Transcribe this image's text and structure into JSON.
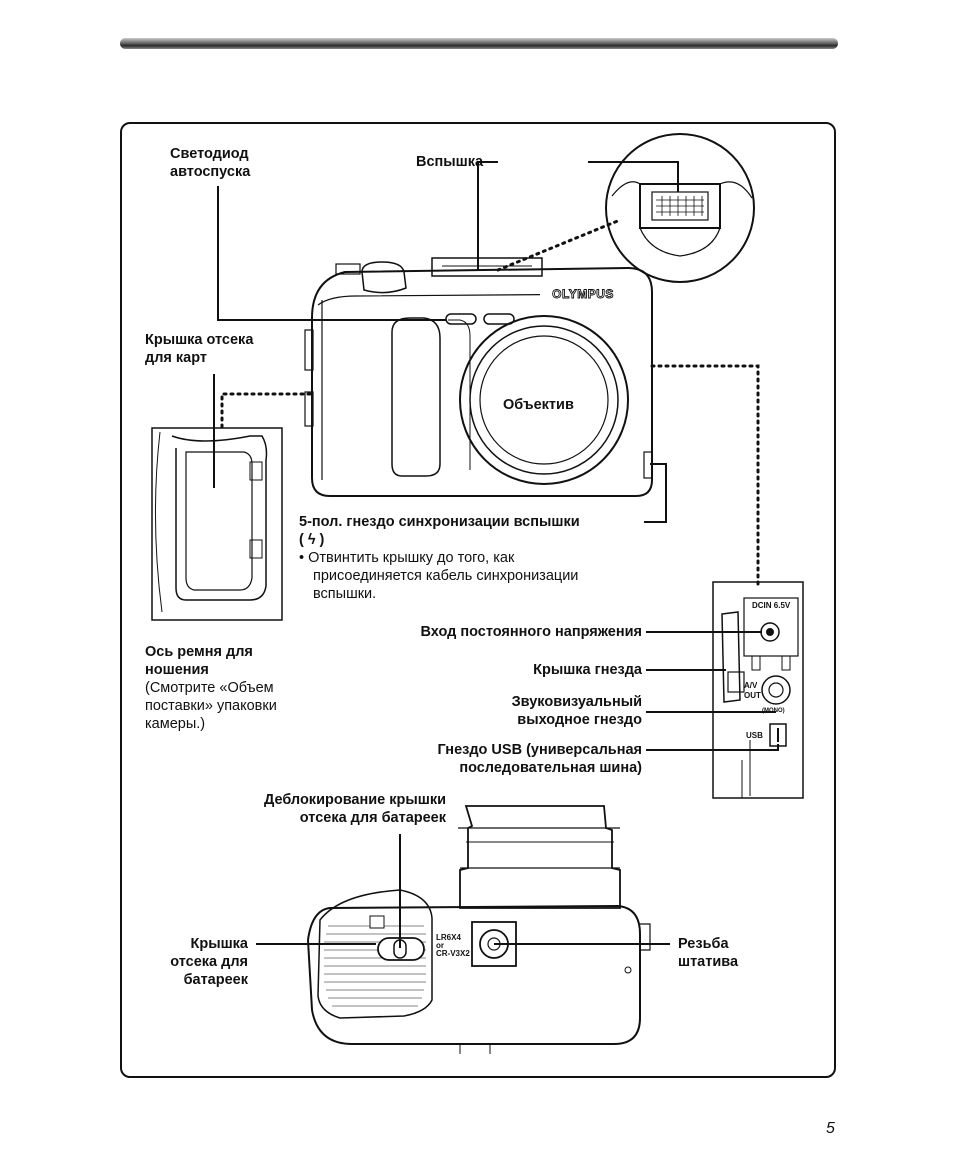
{
  "labels": {
    "self_timer_led": [
      "Светодиод",
      "автоспуска"
    ],
    "flash": "Вспышка",
    "card_cover": [
      "Крышка отсека",
      "для карт"
    ],
    "lens": "Объектив",
    "brand": "OLYMPUS",
    "sync_terminal": [
      "5-пол. гнездо синхронизации вспышки",
      "( ϟ )"
    ],
    "sync_note": [
      "• Отвинтить крышку до того, как",
      "присоединяется кабель синхронизации",
      "вспышки."
    ],
    "strap_eyelet_title": [
      "Ось ремня для",
      "ношения"
    ],
    "strap_eyelet_note": [
      "(Смотрите «Объем",
      "поставки» упаковки",
      "камеры.)"
    ],
    "dc_in": "Вход постоянного напряжения",
    "connector_cover": "Крышка гнезда",
    "av_out": [
      "Звуковизуальный",
      "выходное гнездо"
    ],
    "usb": [
      "Гнездо USB (универсальная",
      "последовательная шина)"
    ],
    "battery_release": [
      "Деблокирование крышки",
      "отсека для батареек"
    ],
    "battery_cover": [
      "Крышка",
      "отсека для",
      "батареек"
    ],
    "tripod": [
      "Резьба",
      "штатива"
    ]
  },
  "panel_marks": {
    "dcin": "DCIN 6.5V",
    "av": "A/V",
    "out": "OUT",
    "mono": "(MONO)",
    "usb": "USB"
  },
  "battery_marks": [
    "LR6X4",
    "or",
    "CR-V3X2"
  ],
  "page_number": "5"
}
